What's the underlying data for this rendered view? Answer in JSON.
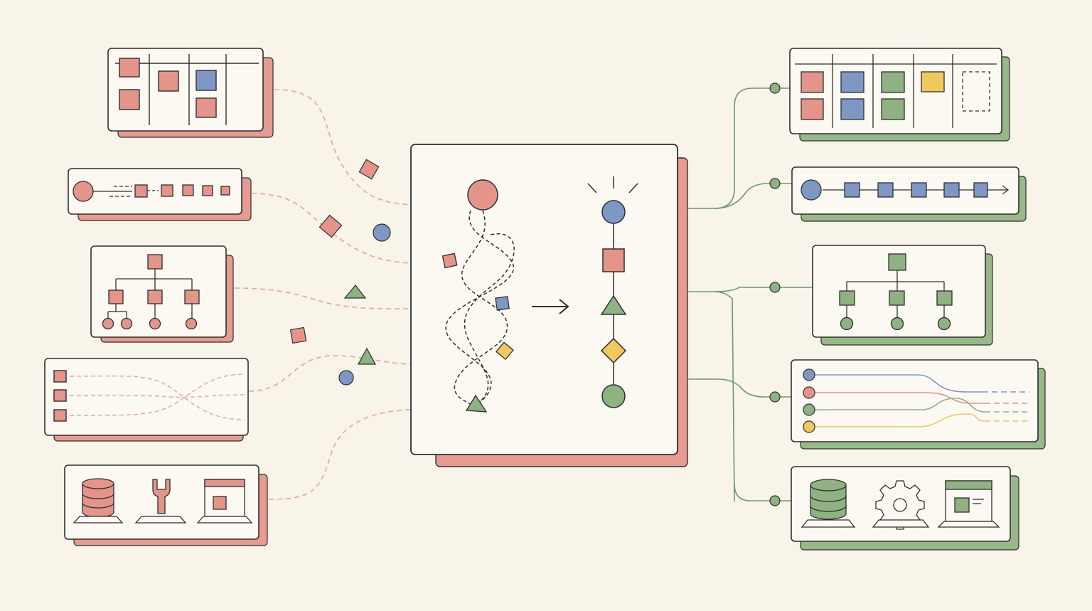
{
  "colors": {
    "background": "#f8f4ea",
    "panel": "#fbf9f2",
    "ink": "#2f2f2f",
    "red": "#e5948a",
    "red_shadow": "#e69a90",
    "blue": "#7f97c4",
    "green": "#8fb283",
    "green_shadow": "#97b98a",
    "yellow": "#f0c95a",
    "red_line": "#e8a59c",
    "green_line": "#6e9a68"
  },
  "diagram": {
    "description_free": true,
    "left_inputs": [
      {
        "id": "kanban-board-input",
        "kind": "kanban",
        "icon": "kanban-board-icon"
      },
      {
        "id": "pipeline-input",
        "kind": "pipeline",
        "icon": "pipeline-icon"
      },
      {
        "id": "tree-input",
        "kind": "tree",
        "icon": "hierarchy-tree-icon"
      },
      {
        "id": "swimlane-input",
        "kind": "swimlanes",
        "icon": "crossing-lanes-icon"
      },
      {
        "id": "tools-input",
        "kind": "tools",
        "icon": "database-wrench-window-icon"
      }
    ],
    "center": {
      "before": "tangled-dashed-paths-icon",
      "arrow": "right-arrow-icon",
      "after": [
        "circle",
        "square",
        "triangle",
        "diamond",
        "circle"
      ]
    },
    "right_outputs": [
      {
        "id": "kanban-board-output",
        "kind": "kanban",
        "icon": "kanban-board-icon"
      },
      {
        "id": "pipeline-output",
        "kind": "pipeline",
        "icon": "pipeline-icon"
      },
      {
        "id": "tree-output",
        "kind": "tree",
        "icon": "hierarchy-tree-icon"
      },
      {
        "id": "lanes-output",
        "kind": "merging-lanes",
        "icon": "merging-lanes-icon"
      },
      {
        "id": "tools-output",
        "kind": "tools",
        "icon": "database-gear-window-icon"
      }
    ]
  }
}
